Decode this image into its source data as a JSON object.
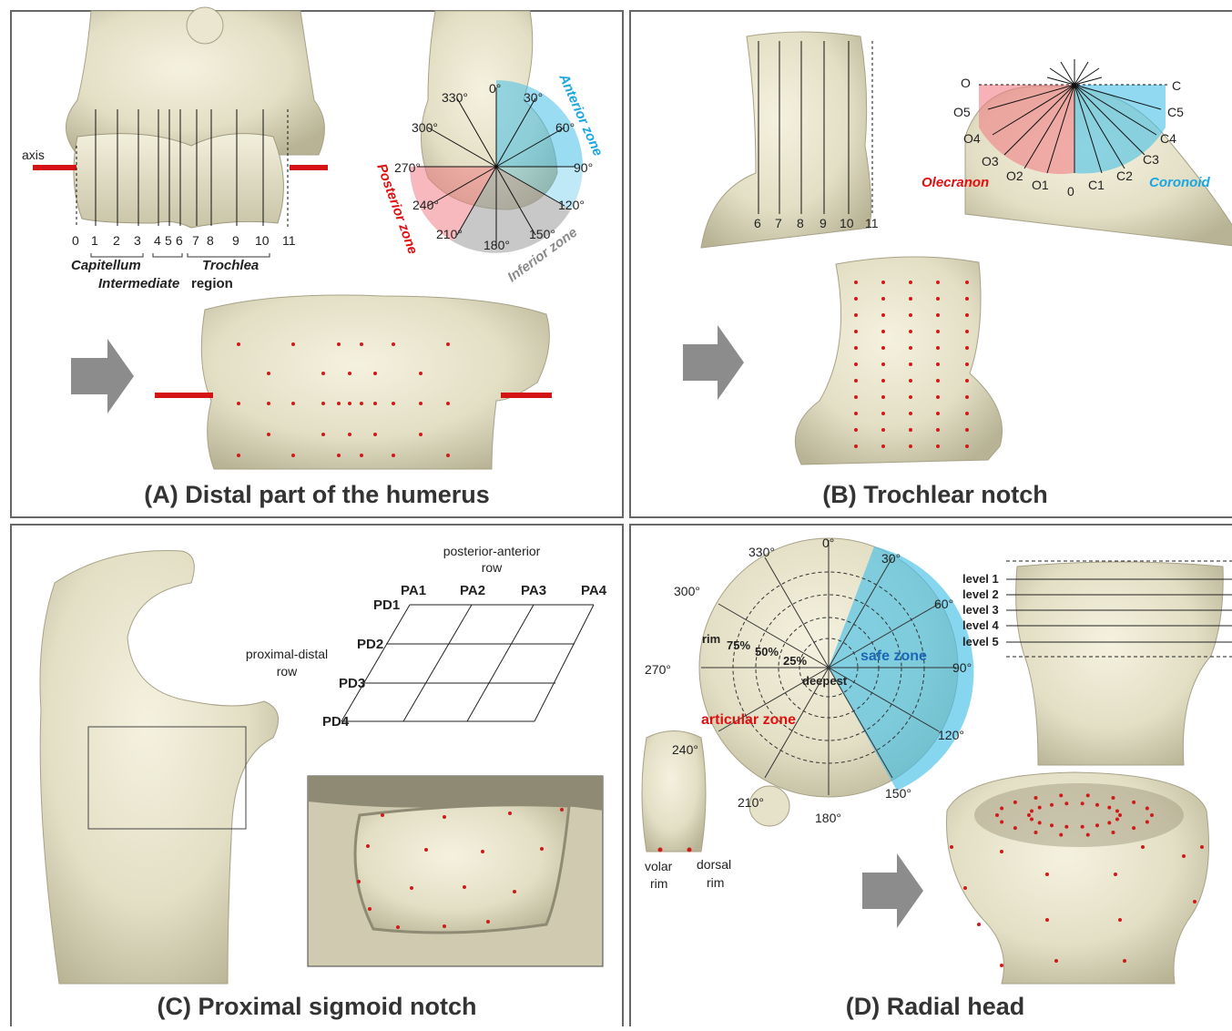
{
  "colors": {
    "bone": "#e8e4cc",
    "bone_shade": "#bdb89c",
    "posterior": "#f07f86",
    "anterior": "#47c0e6",
    "inferior": "#9a9a9a",
    "marker": "#d01a1a",
    "arrow": "#8c8c8c",
    "olecranon_text": "#e01010",
    "coronoid_text": "#1ba6e0",
    "safe_text": "#1a67b3",
    "articular_text": "#e01010"
  },
  "panelA": {
    "title": "(A) Distal part of the humerus",
    "axis_label": "axis",
    "line_numbers": [
      "0",
      "1",
      "2",
      "3",
      "4",
      "5",
      "6",
      "7",
      "8",
      "9",
      "10",
      "11"
    ],
    "capitellum": "Capitellum",
    "trochlea": "Trochlea",
    "intermediate": "Intermediate",
    "region": "region",
    "angles": [
      "0°",
      "30°",
      "60°",
      "90°",
      "120°",
      "150°",
      "180°",
      "210°",
      "240°",
      "270°",
      "300°",
      "330°"
    ],
    "zones": {
      "anterior": "Anterior zone",
      "posterior": "Posterior zone",
      "inferior": "Inferior zone"
    }
  },
  "panelB": {
    "title": "(B) Trochlear notch",
    "line_numbers": [
      "6",
      "7",
      "8",
      "9",
      "10",
      "11"
    ],
    "left_labels": [
      "O",
      "O5",
      "O4",
      "O3",
      "O2",
      "O1"
    ],
    "right_labels": [
      "C",
      "C5",
      "C4",
      "C3",
      "C2",
      "C1"
    ],
    "center_label": "0",
    "olecranon": "Olecranon",
    "coronoid": "Coronoid"
  },
  "panelC": {
    "title": "(C) Proximal sigmoid notch",
    "pa_heading": [
      "posterior-anterior",
      "row"
    ],
    "pd_heading": [
      "proximal-distal",
      "row"
    ],
    "pa": [
      "PA1",
      "PA2",
      "PA3",
      "PA4"
    ],
    "pd": [
      "PD1",
      "PD2",
      "PD3",
      "PD4"
    ]
  },
  "panelD": {
    "title": "(D) Radial head",
    "angles": [
      "0°",
      "30°",
      "60°",
      "90°",
      "120°",
      "150°",
      "180°",
      "210°",
      "240°",
      "270°",
      "300°",
      "330°"
    ],
    "rim": "rim",
    "pcts": [
      "75%",
      "50%",
      "25%"
    ],
    "deepest": "deepest",
    "safe_zone": "safe zone",
    "articular_zone": "articular zone",
    "volar": [
      "volar",
      "rim"
    ],
    "dorsal": [
      "dorsal",
      "rim"
    ],
    "levels": [
      "level 1",
      "level 2",
      "level 3",
      "level 4",
      "level 5"
    ]
  }
}
